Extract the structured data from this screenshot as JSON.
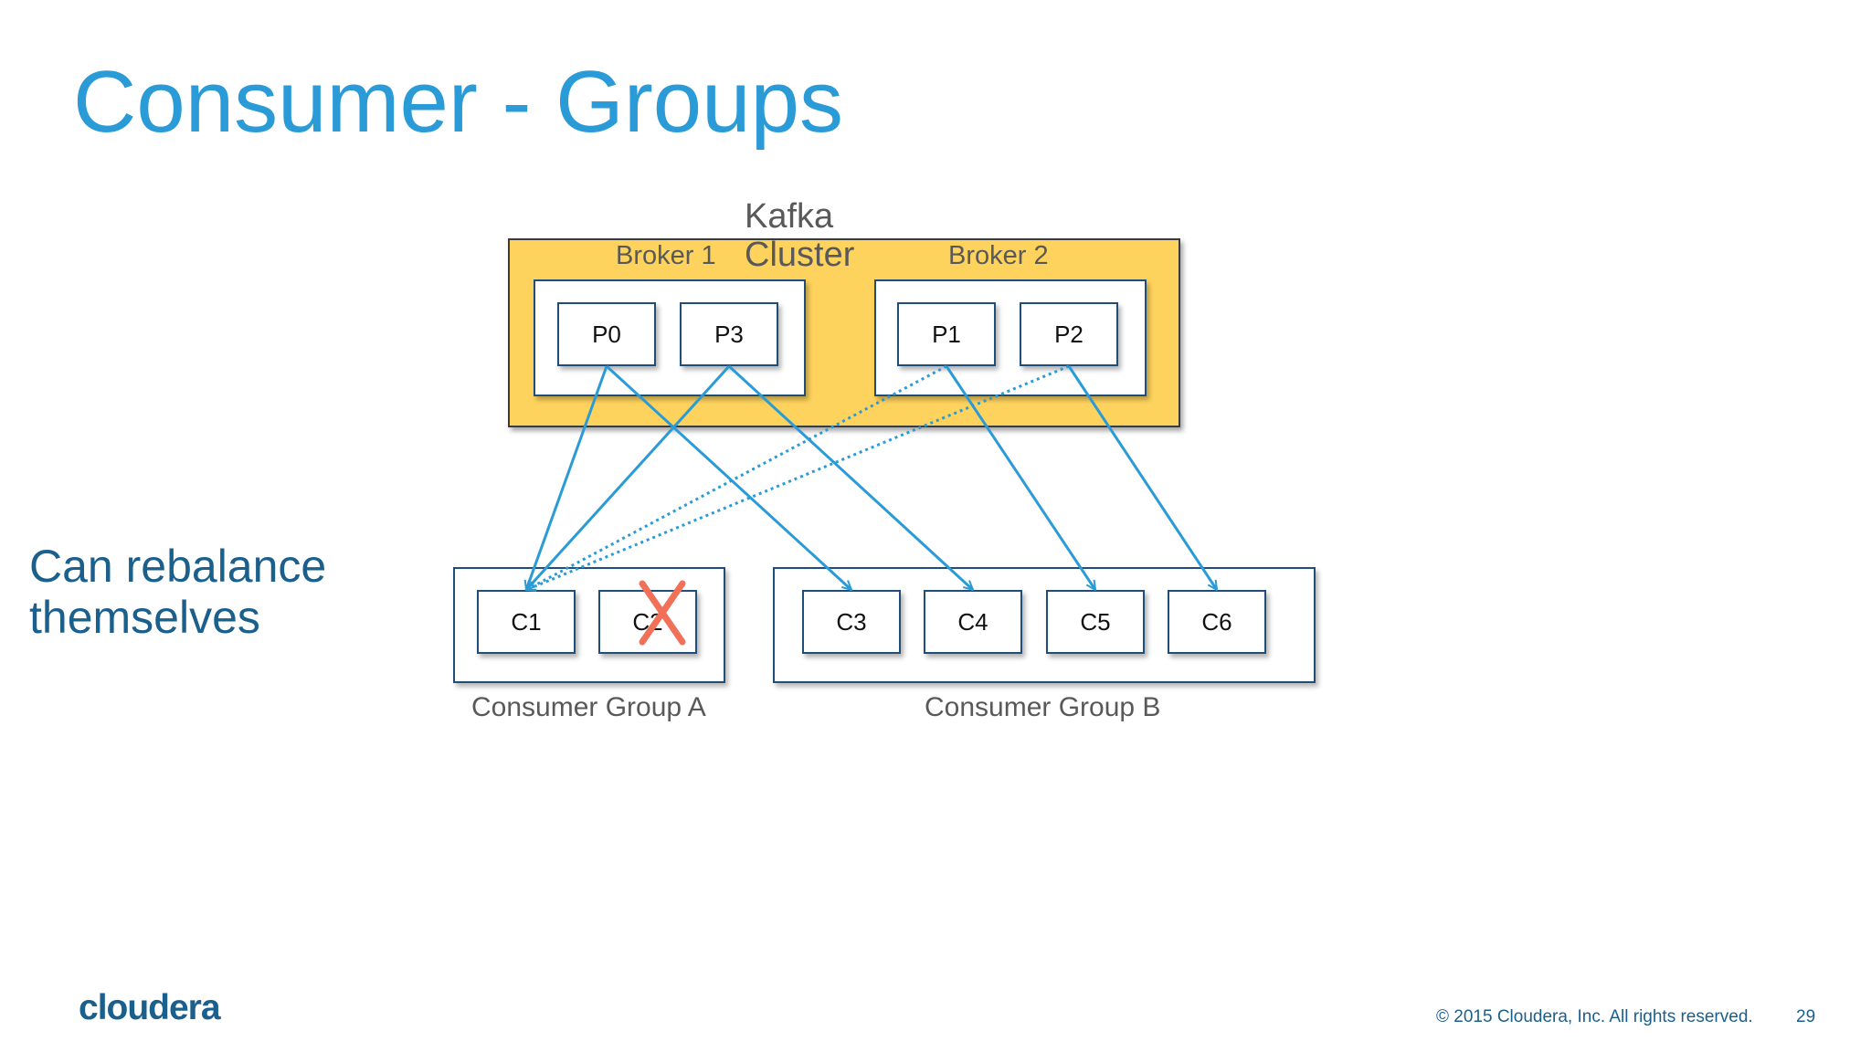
{
  "slide": {
    "title": "Consumer - Groups",
    "side_text": [
      "Can rebalance",
      "themselves"
    ],
    "page_number": "29"
  },
  "cluster": {
    "label_lines": [
      "Kafka",
      "Cluster"
    ],
    "brokers": [
      {
        "label": "Broker 1",
        "partitions": [
          "P0",
          "P3"
        ]
      },
      {
        "label": "Broker 2",
        "partitions": [
          "P1",
          "P2"
        ]
      }
    ]
  },
  "consumer_groups": [
    {
      "label": "Consumer Group A",
      "consumers": [
        "C1",
        "C2"
      ]
    },
    {
      "label": "Consumer Group B",
      "consumers": [
        "C3",
        "C4",
        "C5",
        "C6"
      ]
    }
  ],
  "failed_consumer": "C2",
  "assignments": [
    {
      "from": "P0",
      "to": "C1",
      "style": "solid"
    },
    {
      "from": "P3",
      "to": "C1",
      "style": "solid"
    },
    {
      "from": "P1",
      "to": "C1",
      "style": "dotted"
    },
    {
      "from": "P2",
      "to": "C1",
      "style": "dotted"
    },
    {
      "from": "P0",
      "to": "C3",
      "style": "solid"
    },
    {
      "from": "P3",
      "to": "C4",
      "style": "solid"
    },
    {
      "from": "P1",
      "to": "C5",
      "style": "solid"
    },
    {
      "from": "P2",
      "to": "C6",
      "style": "solid"
    }
  ],
  "footer": {
    "logo": "cloudera",
    "copyright": "© 2015 Cloudera, Inc. All rights reserved."
  },
  "colors": {
    "title": "#2a9bd6",
    "side_text": "#1b5f8d",
    "cluster_fill": "#fed35d",
    "arrow": "#2a9bd6",
    "x_mark": "#f07058",
    "box_border": "#1e4e79"
  }
}
